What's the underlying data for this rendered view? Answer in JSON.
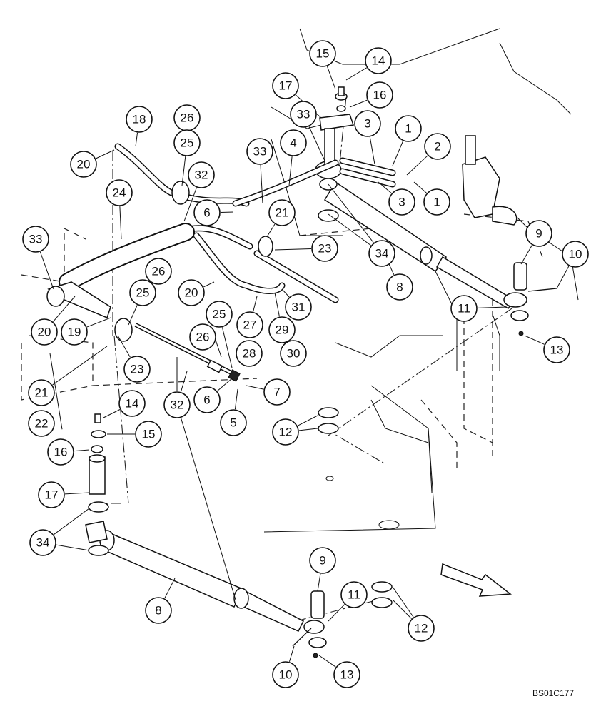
{
  "drawing_code": "BS01C177",
  "callouts": [
    {
      "id": "c15a",
      "label": "15"
    },
    {
      "id": "c14a",
      "label": "14"
    },
    {
      "id": "c17a",
      "label": "17"
    },
    {
      "id": "c16a",
      "label": "16"
    },
    {
      "id": "c33a",
      "label": "33"
    },
    {
      "id": "c3a",
      "label": "3"
    },
    {
      "id": "c1a",
      "label": "1"
    },
    {
      "id": "c2",
      "label": "2"
    },
    {
      "id": "c18",
      "label": "18"
    },
    {
      "id": "c26a",
      "label": "26"
    },
    {
      "id": "c25a",
      "label": "25"
    },
    {
      "id": "c20a",
      "label": "20"
    },
    {
      "id": "c33b",
      "label": "33"
    },
    {
      "id": "c4",
      "label": "4"
    },
    {
      "id": "c32a",
      "label": "32"
    },
    {
      "id": "c3b",
      "label": "3"
    },
    {
      "id": "c1b",
      "label": "1"
    },
    {
      "id": "c24",
      "label": "24"
    },
    {
      "id": "c6a",
      "label": "6"
    },
    {
      "id": "c21a",
      "label": "21"
    },
    {
      "id": "c23a",
      "label": "23"
    },
    {
      "id": "c34a",
      "label": "34"
    },
    {
      "id": "c9a",
      "label": "9"
    },
    {
      "id": "c10a",
      "label": "10"
    },
    {
      "id": "c33c",
      "label": "33"
    },
    {
      "id": "c8a",
      "label": "8"
    },
    {
      "id": "c26b",
      "label": "26"
    },
    {
      "id": "c25b",
      "label": "25"
    },
    {
      "id": "c20b",
      "label": "20"
    },
    {
      "id": "c11a",
      "label": "11"
    },
    {
      "id": "c31",
      "label": "31"
    },
    {
      "id": "c20c",
      "label": "20"
    },
    {
      "id": "c19",
      "label": "19"
    },
    {
      "id": "c25c",
      "label": "25"
    },
    {
      "id": "c27",
      "label": "27"
    },
    {
      "id": "c29",
      "label": "29"
    },
    {
      "id": "c26c",
      "label": "26"
    },
    {
      "id": "c13a",
      "label": "13"
    },
    {
      "id": "c28",
      "label": "28"
    },
    {
      "id": "c30",
      "label": "30"
    },
    {
      "id": "c23b",
      "label": "23"
    },
    {
      "id": "c21b",
      "label": "21"
    },
    {
      "id": "c6b",
      "label": "6"
    },
    {
      "id": "c7",
      "label": "7"
    },
    {
      "id": "c32b",
      "label": "32"
    },
    {
      "id": "c22",
      "label": "22"
    },
    {
      "id": "c5",
      "label": "5"
    },
    {
      "id": "c14b",
      "label": "14"
    },
    {
      "id": "c15b",
      "label": "15"
    },
    {
      "id": "c12a",
      "label": "12"
    },
    {
      "id": "c16b",
      "label": "16"
    },
    {
      "id": "c17b",
      "label": "17"
    },
    {
      "id": "c34b",
      "label": "34"
    },
    {
      "id": "c9b",
      "label": "9"
    },
    {
      "id": "c11b",
      "label": "11"
    },
    {
      "id": "c8b",
      "label": "8"
    },
    {
      "id": "c12b",
      "label": "12"
    },
    {
      "id": "c10b",
      "label": "10"
    },
    {
      "id": "c13b",
      "label": "13"
    }
  ]
}
